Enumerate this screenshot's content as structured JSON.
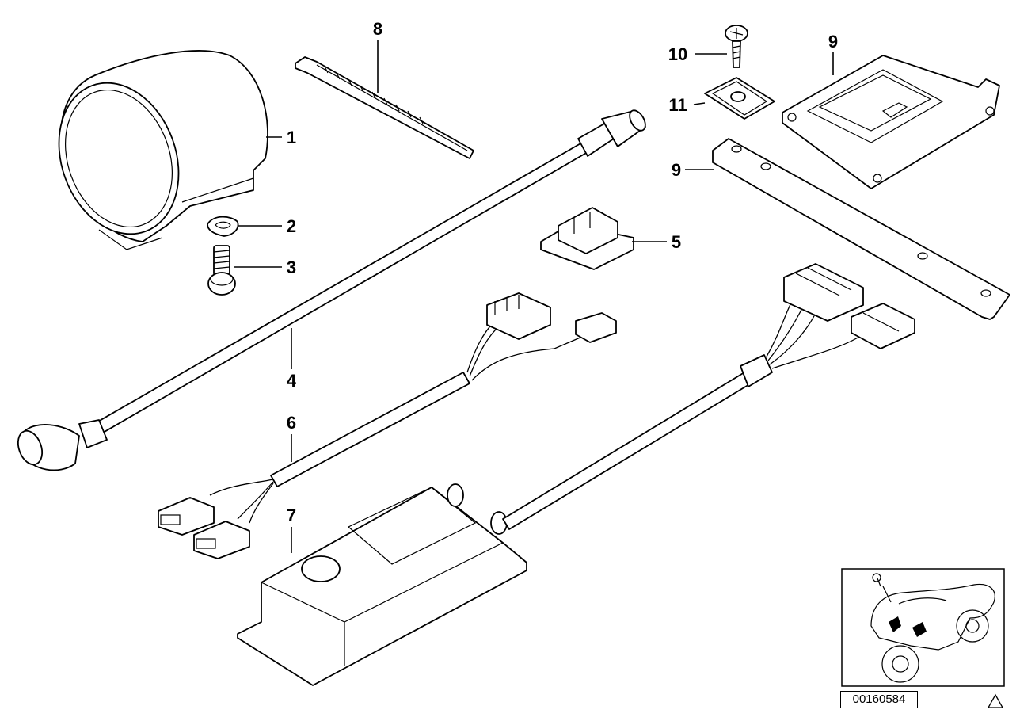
{
  "callouts": {
    "c1": "1",
    "c2": "2",
    "c3": "3",
    "c4": "4",
    "c5": "5",
    "c6": "6",
    "c7": "7",
    "c8": "8",
    "c9a": "9",
    "c9b": "9",
    "c10": "10",
    "c11": "11"
  },
  "diagram_id": "00160584",
  "icons": {
    "warning": "warning-triangle-icon",
    "locator": "motorcycle-locator-icon"
  }
}
